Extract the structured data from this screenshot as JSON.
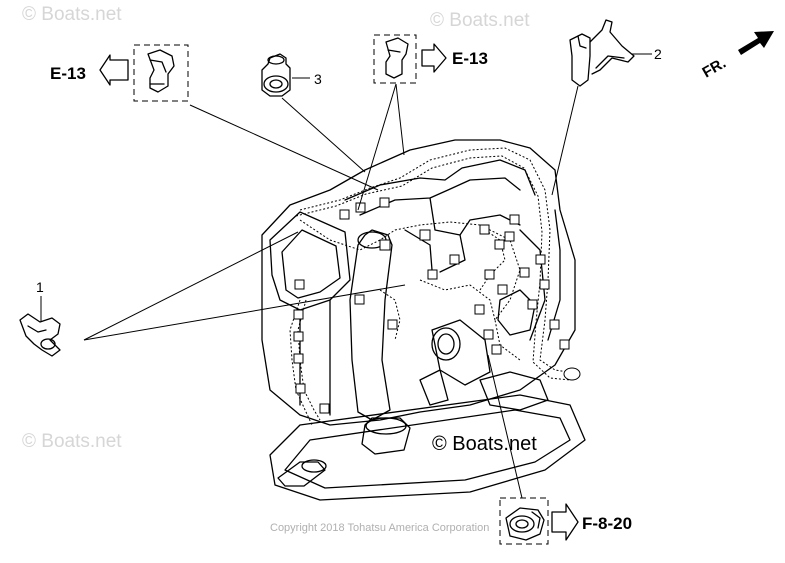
{
  "watermarks": {
    "top_left": "© Boats.net",
    "top_center": "© Boats.net",
    "bottom_left": "© Boats.net",
    "center": "© Boats.net"
  },
  "copyright": "Copyright 2018 Tohatsu America Corporation",
  "direction": {
    "label": "FR."
  },
  "callouts": {
    "part_1": "1",
    "part_2": "2",
    "part_3": "3"
  },
  "references": {
    "left_top": "E-13",
    "center_top": "E-13",
    "bottom_right": "F-8-20"
  }
}
